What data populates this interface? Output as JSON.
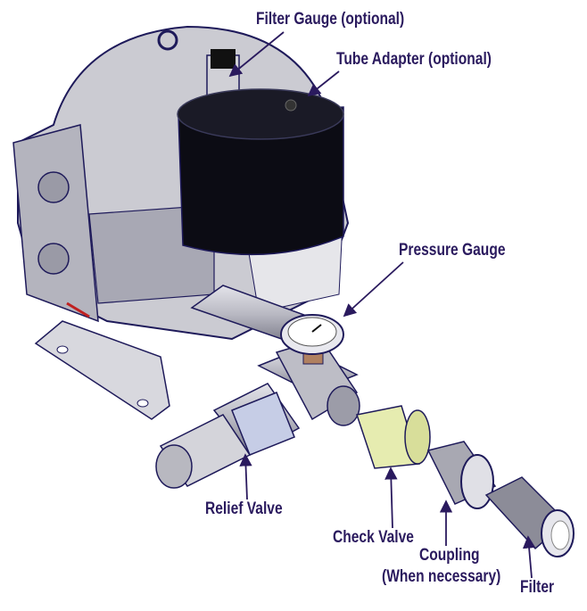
{
  "labels": {
    "filter_gauge": "Filter Gauge (optional)",
    "tube_adapter": "Tube Adapter (optional)",
    "pressure_gauge": "Pressure Gauge",
    "relief_valve": "Relief Valve",
    "check_valve": "Check Valve",
    "coupling": "Coupling",
    "coupling_note": "(When necessary)",
    "filter": "Filter"
  },
  "colors": {
    "label": "#2a1a5e",
    "body": "#c9c9cf",
    "outline": "#1e1a5a",
    "filter_canister": "#0c0c14",
    "check_valve": "#e6ecb0",
    "relief_valve": "#c6cde6"
  }
}
